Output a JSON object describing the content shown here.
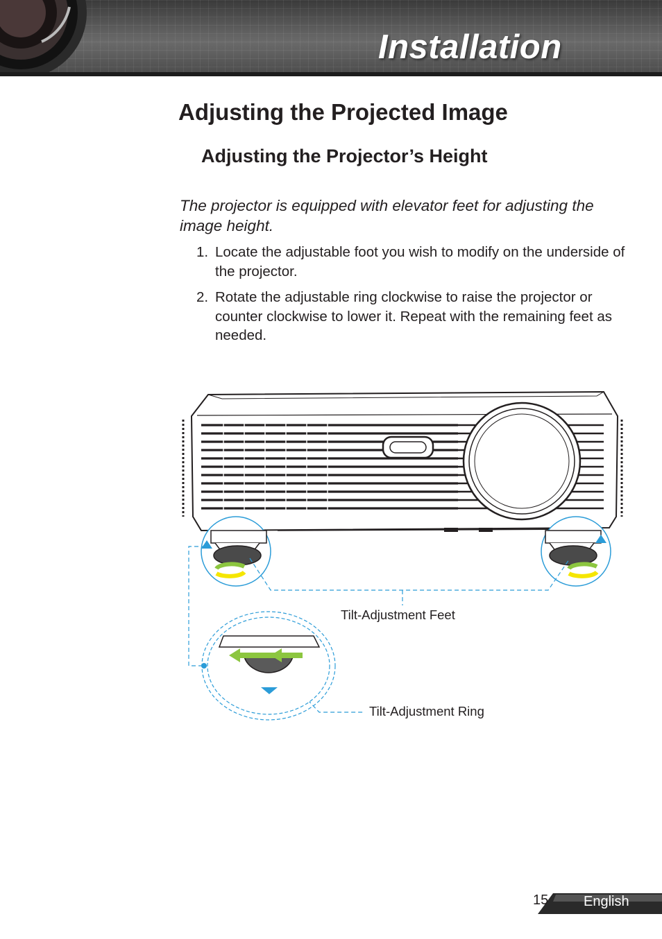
{
  "header": {
    "title": "Installation"
  },
  "section_title": "Adjusting the Projected Image",
  "subsection_title": "Adjusting the Projector’s Height",
  "intro": "The projector is equipped with elevator feet for adjusting the image height.",
  "steps": [
    {
      "num": "1.",
      "text": "Locate the adjustable foot you wish to modify on the underside of the projector."
    },
    {
      "num": "2.",
      "text": "Rotate the adjustable ring clockwise to raise the projector or counter clockwise to lower it. Repeat with the remaining feet as needed."
    }
  ],
  "diagram": {
    "callout_feet": "Tilt-Adjustment Feet",
    "callout_ring": "Tilt-Adjustment Ring"
  },
  "footer": {
    "page_number": "15",
    "language": "English"
  },
  "colors": {
    "callout_blue": "#2b9cd8",
    "arrow_green": "#8cc63f",
    "arrow_yellow": "#f5e600",
    "header_gray": "#5a5a5a"
  }
}
